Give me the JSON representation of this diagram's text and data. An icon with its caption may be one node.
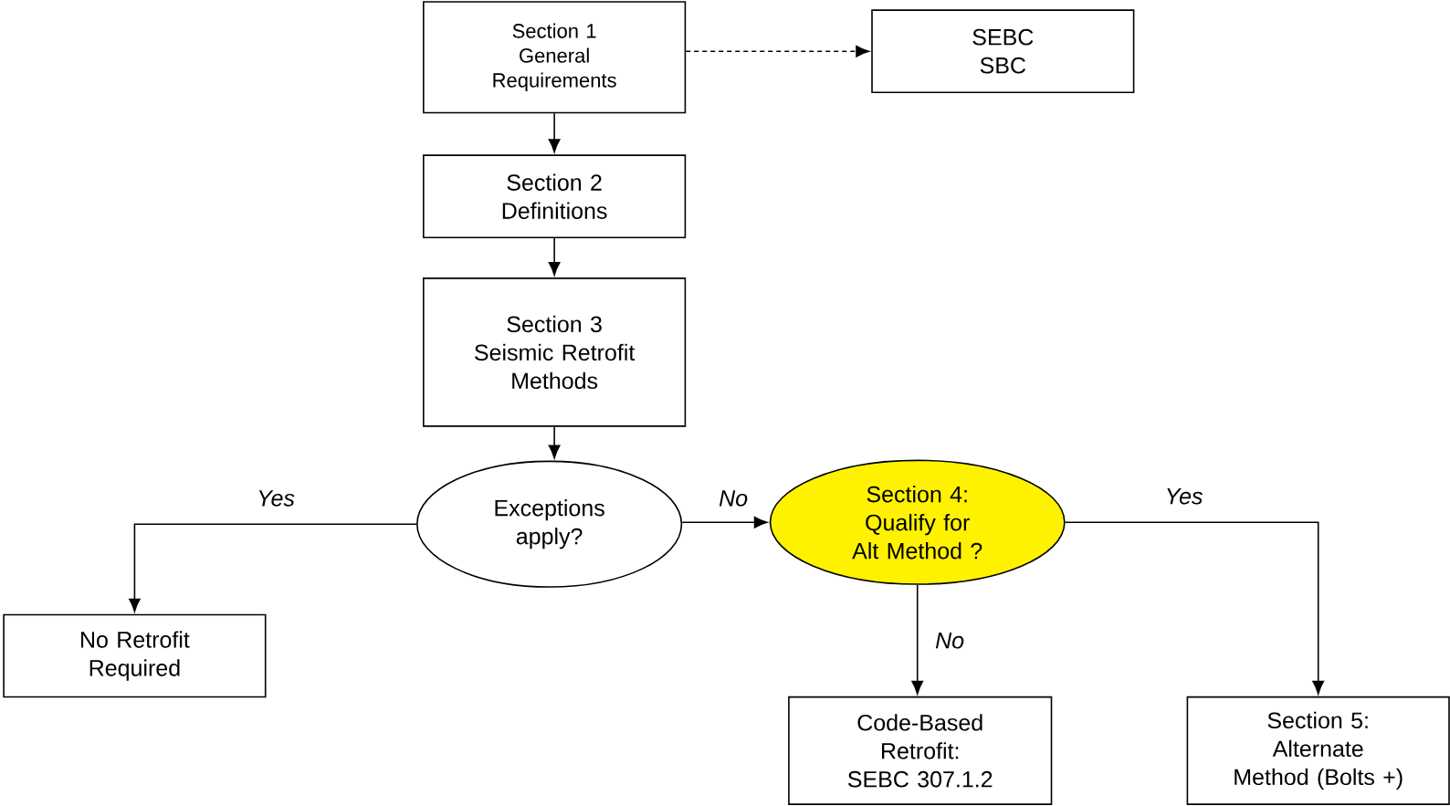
{
  "diagram": {
    "nodes": [
      {
        "text": [
          "Section 1",
          "General Requirements"
        ]
      },
      {
        "text": [
          "SEBC",
          "SBC"
        ]
      },
      {
        "text": [
          "Section 2",
          "Definitions"
        ]
      },
      {
        "text": [
          "Section 3",
          "Seismic Retrofit Methods"
        ]
      },
      {
        "text": [
          "Exceptions apply?"
        ]
      },
      {
        "text": [
          "Section 4:",
          "Qualify for Alt Method ?"
        ]
      },
      {
        "text": [
          "No Retrofit Required"
        ]
      },
      {
        "text": [
          "Code-Based Retrofit:",
          "SEBC 307.1.2"
        ]
      },
      {
        "text": [
          "Section 5:",
          "Alternate Method (Bolts +)"
        ]
      }
    ],
    "edges": [
      {
        "from": 0,
        "to": 1,
        "arrow": "to",
        "style": "dashed"
      },
      {
        "from": 0,
        "to": 2,
        "arrow": "to"
      },
      {
        "from": 2,
        "to": 3,
        "arrow": "to"
      },
      {
        "from": 3,
        "to": 4,
        "arrow": "to"
      },
      {
        "from": 4,
        "to": 6,
        "arrow": "to",
        "label": "Yes"
      },
      {
        "from": 4,
        "to": 5,
        "arrow": "to",
        "label": "No"
      },
      {
        "from": 5,
        "to": 7,
        "arrow": "to",
        "label": "No"
      },
      {
        "from": 5,
        "to": 8,
        "arrow": "to",
        "label": "Yes"
      }
    ]
  }
}
